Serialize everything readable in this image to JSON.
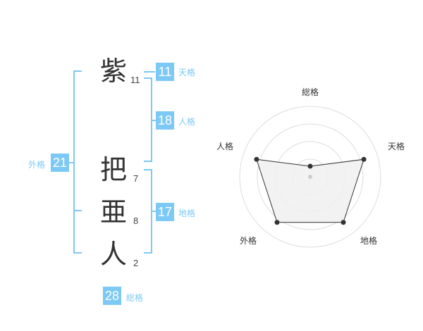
{
  "surname": [
    {
      "char": "紫",
      "strokes": "11"
    }
  ],
  "given": [
    {
      "char": "把",
      "strokes": "7"
    },
    {
      "char": "亜",
      "strokes": "8"
    },
    {
      "char": "人",
      "strokes": "2"
    }
  ],
  "kaku": {
    "tenkaku": {
      "label": "天格",
      "value": "11"
    },
    "jinkaku": {
      "label": "人格",
      "value": "18"
    },
    "chikaku": {
      "label": "地格",
      "value": "17"
    },
    "gaikaku": {
      "label": "外格",
      "value": "21"
    },
    "soukaku": {
      "label": "総格",
      "value": "28"
    }
  },
  "radar": {
    "axes": [
      "総格",
      "天格",
      "地格",
      "外格",
      "人格"
    ],
    "values": [
      0.15,
      0.8,
      0.8,
      0.8,
      0.8
    ],
    "rings": 4,
    "colors": {
      "ring": "#dddddd",
      "fill": "#f0f0f0",
      "line": "#333333",
      "center": "#cccccc"
    }
  },
  "colors": {
    "accent": "#7dc9f5"
  }
}
